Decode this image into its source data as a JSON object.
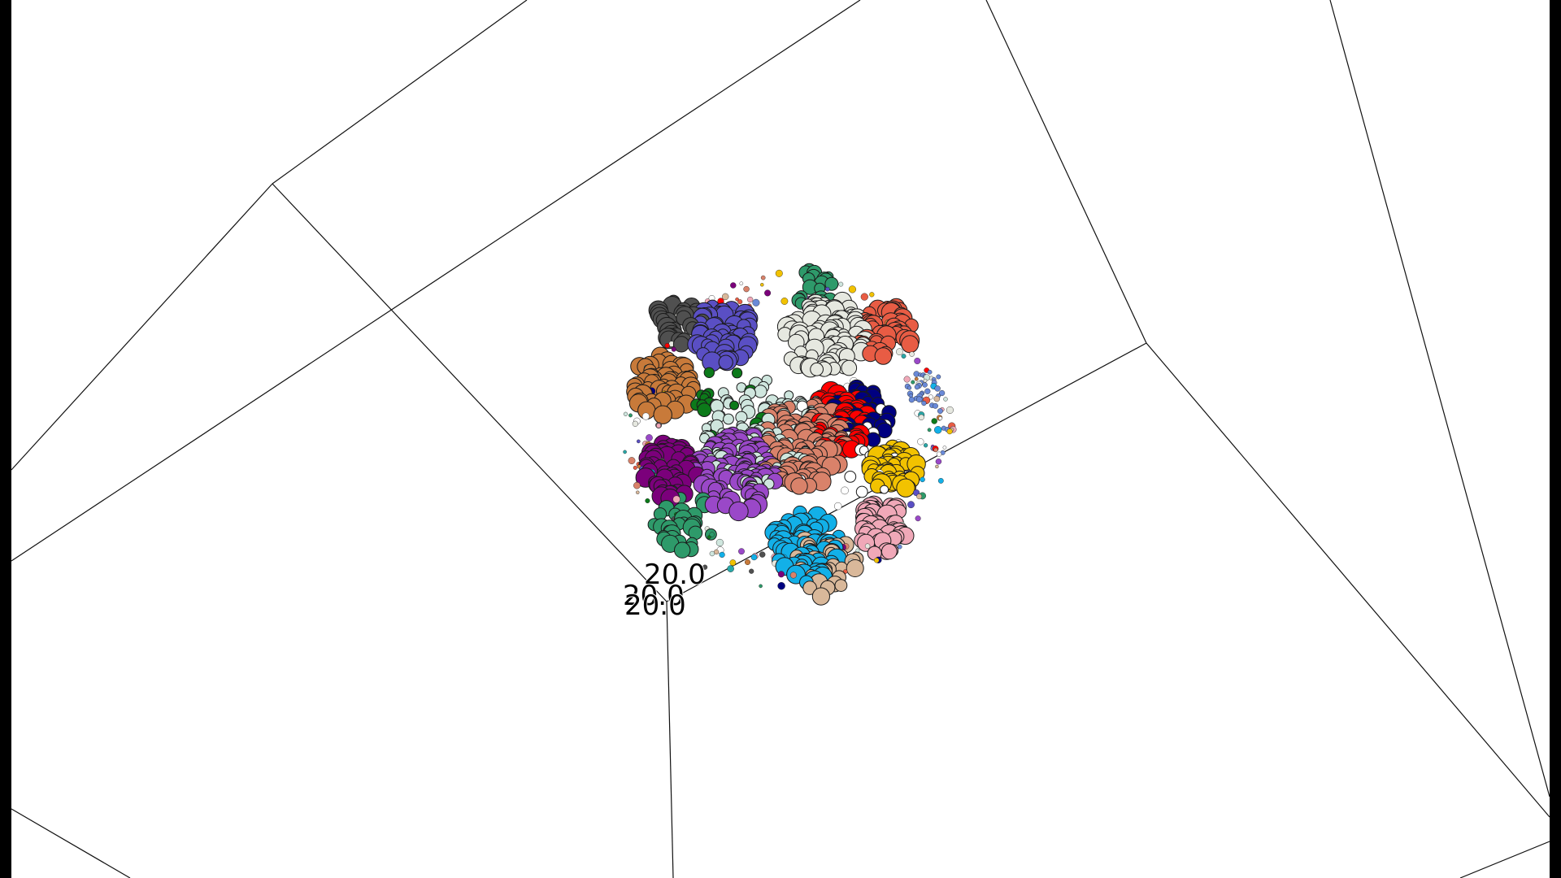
{
  "viewer": {
    "background_color": "#000000",
    "canvas_color": "#ffffff",
    "grid_line_color": "#111111",
    "axis_tick_labels": [
      "20.0",
      "20.0",
      "20.0"
    ]
  },
  "molecule": {
    "representation": "spacefill",
    "chain_colors": [
      "#505050",
      "#5a4fc4",
      "#c87a3a",
      "#7b007b",
      "#9a48c8",
      "#e6e8e0",
      "#e85c44",
      "#d9826a",
      "#ff0000",
      "#000080",
      "#f2c200",
      "#12b0e8",
      "#f0a8b8",
      "#2e9a6a",
      "#0c7a1a",
      "#cfe6de",
      "#d9b89a",
      "#6a8ad8",
      "#ffffff",
      "#2aa8a8"
    ]
  }
}
